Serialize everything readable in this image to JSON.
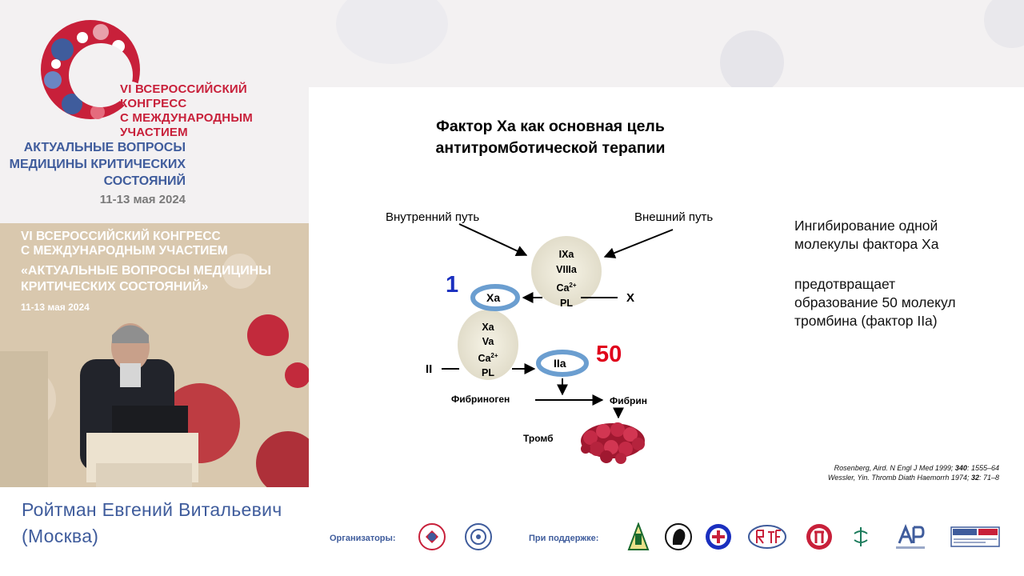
{
  "congress_logo": {
    "line1": [
      "VI ВСЕРОССИЙСКИЙ",
      "КОНГРЕСС",
      "С МЕЖДУНАРОДНЫМ",
      "УЧАСТИЕМ"
    ],
    "line2": [
      "АКТУАЛЬНЫЕ ВОПРОСЫ",
      "МЕДИЦИНЫ КРИТИЧЕСКИХ",
      "СОСТОЯНИЙ"
    ],
    "dates": "11-13 мая 2024"
  },
  "video_banner": {
    "line1": [
      "VI ВСЕРОССИЙСКИЙ КОНГРЕСС",
      "С МЕЖДУНАРОДНЫМ УЧАСТИЕМ"
    ],
    "line2": [
      "«АКТУАЛЬНЫЕ ВОПРОСЫ МЕДИЦИНЫ",
      "КРИТИЧЕСКИХ СОСТОЯНИЙ»"
    ],
    "dates": "11-13 мая 2024"
  },
  "slide": {
    "title": [
      "Фактор Xa как основная цель",
      "антитромботической терапии"
    ],
    "diagram": {
      "intrinsic": "Внутренний путь",
      "extrinsic": "Внешний путь",
      "complex1": [
        "IXa",
        "VIIIa",
        "Ca",
        "PL"
      ],
      "complex2": [
        "Xa",
        "Va",
        "Ca",
        "PL"
      ],
      "superscript": "2+",
      "xa_label": "Xa",
      "iia_label": "IIa",
      "x_label": "X",
      "ii_label": "II",
      "count_1": "1",
      "count_50": "50",
      "fibrinogen": "Фибриноген",
      "fibrin": "Фибрин",
      "thrombus": "Тромб"
    },
    "note1": [
      "Ингибирование  одной",
      "молекулы фактора Xa"
    ],
    "note2": [
      "предотвращает",
      "образование 50 молекул",
      "тромбина (фактор IIa)"
    ],
    "references": [
      {
        "authors": "Rosenberg, Aird. N Engl J Med 1999; ",
        "vol": "340",
        "pages": ": 1555–64"
      },
      {
        "authors": "Wessler, Yin. Thromb Diath Haemorrh 1974; ",
        "vol": "32",
        "pages": ": 71–8"
      }
    ]
  },
  "speaker": {
    "name": "Ройтман Евгений Витальевич",
    "city": "(Москва)"
  },
  "footer": {
    "organizers_label": "Организаторы:",
    "support_label": "При поддержке:"
  },
  "colors": {
    "brand_red": "#c8203a",
    "brand_blue": "#3f5c9c",
    "accent_red": "#e0001b",
    "accent_blue": "#1a2fbf"
  }
}
